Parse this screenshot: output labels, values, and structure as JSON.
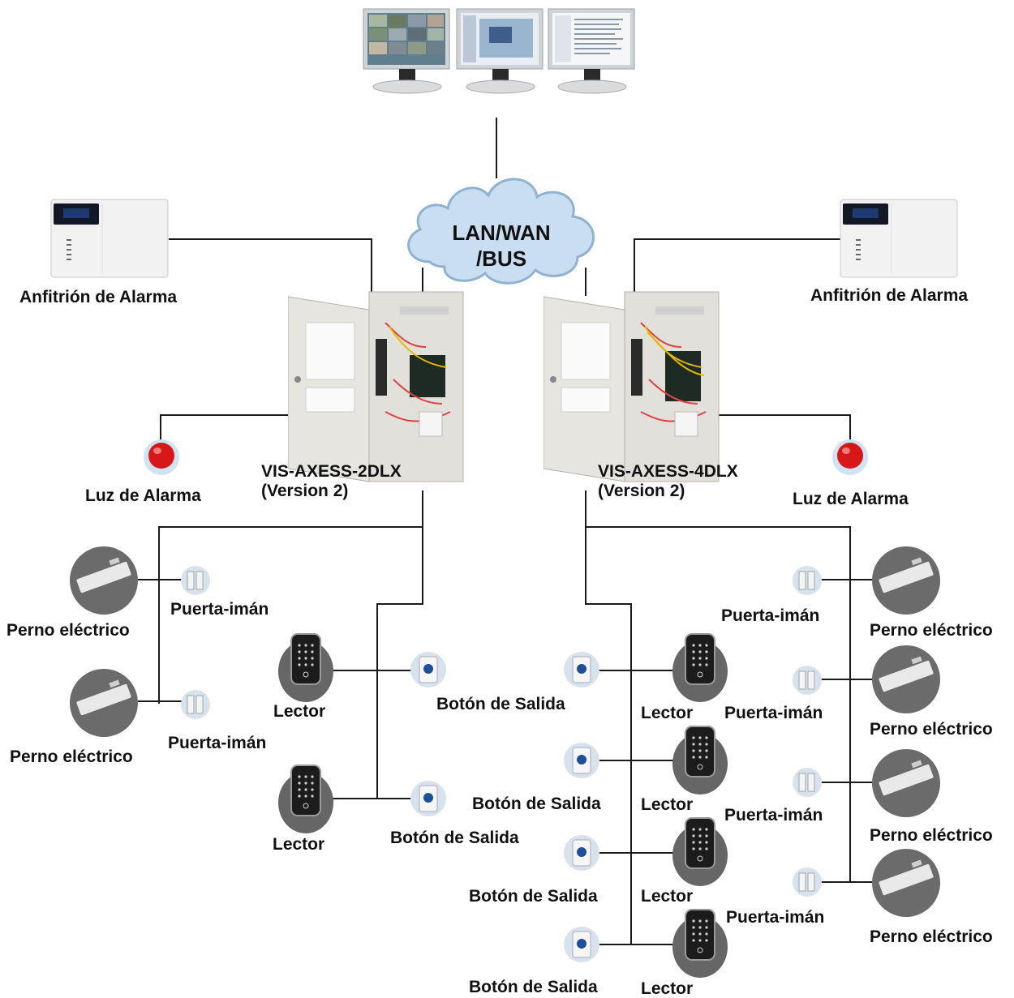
{
  "network": {
    "cloud_line1": "LAN/WAN",
    "cloud_line2": "/BUS"
  },
  "controllers": {
    "left": {
      "model": "VIS-AXESS-2DLX",
      "version": "(Version 2)"
    },
    "right": {
      "model": "VIS-AXESS-4DLX",
      "version": "(Version 2)"
    }
  },
  "labels": {
    "alarm_host": "Anfitrión de Alarma",
    "alarm_light": "Luz de Alarma",
    "door_magnet": "Puerta-imán",
    "electric_bolt": "Perno eléctrico",
    "reader": "Lector",
    "exit_button": "Botón de Salida"
  },
  "colors": {
    "wire": "#1a1a1a",
    "cloud_fill": "#c9dff1",
    "cloud_stroke": "#8fb2d3",
    "cabinet": "#e7e5df",
    "alarm_light": "#d81818",
    "bolt_circle": "#6b6b6b",
    "reader_ring": "#666666"
  },
  "icons": {
    "workstations": "monitor-icon",
    "alarm_host": "alarm-panel-icon",
    "alarm_light": "strobe-light-icon",
    "door_magnet": "magnet-contact-icon",
    "electric_bolt": "electric-bolt-icon",
    "reader": "keypad-reader-icon",
    "exit_button": "exit-button-icon",
    "controller": "controller-cabinet-icon"
  }
}
